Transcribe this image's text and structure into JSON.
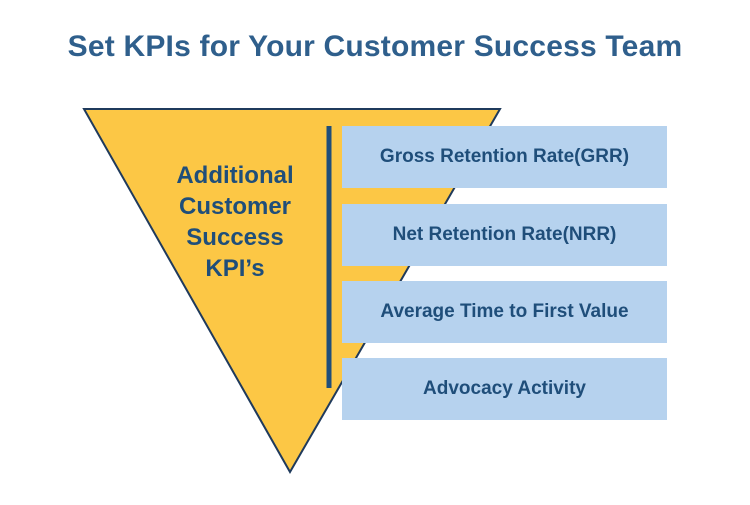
{
  "title": "Set KPIs for Your Customer Success Team",
  "funnel": {
    "label": "Additional\nCustomer\nSuccess\nKPI’s",
    "fill_color": "#fcc745",
    "stroke_color": "#1f3a5c"
  },
  "kpis": [
    "Gross Retention Rate(GRR)",
    "Net Retention Rate(NRR)",
    "Average Time to First Value",
    "Advocacy Activity"
  ],
  "colors": {
    "title": "#2f5f8c",
    "box_fill": "#b6d2ee",
    "box_text": "#1f4e7a",
    "divider": "#1f4e7a"
  }
}
